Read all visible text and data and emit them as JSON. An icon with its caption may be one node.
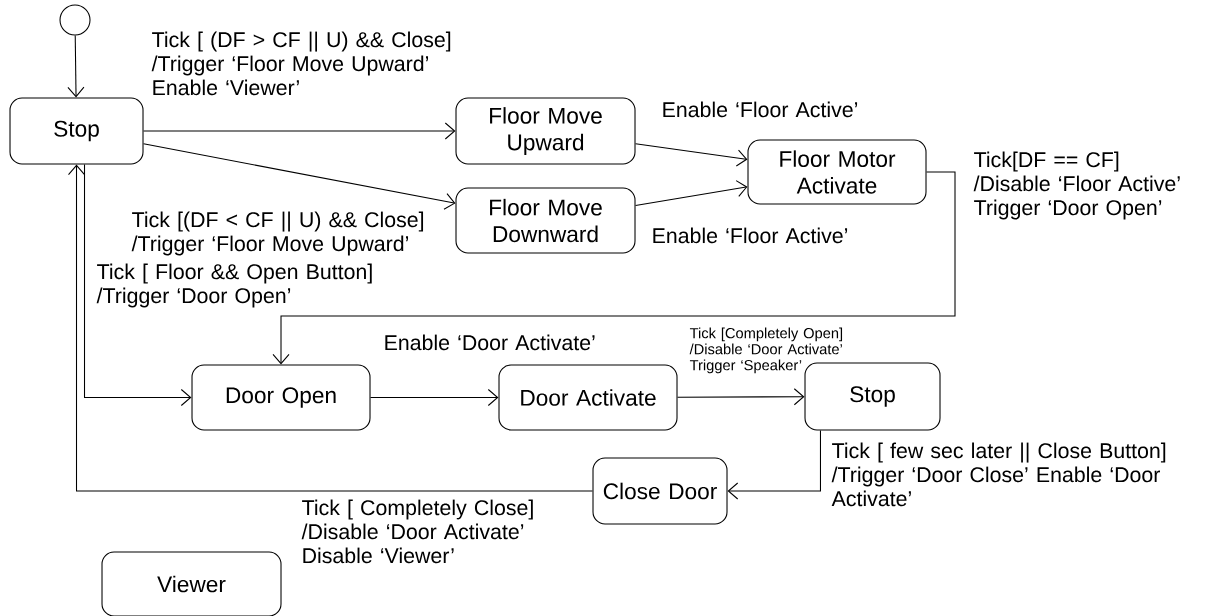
{
  "diagram": {
    "nodes": [
      {
        "text": [],
        "shape": "circle"
      },
      {
        "text": [
          "Stop"
        ]
      },
      {
        "text": [
          "Floor Move Upward"
        ]
      },
      {
        "text": [
          "Floor Move Downward"
        ]
      },
      {
        "text": [
          "Floor Motor Activate"
        ]
      },
      {
        "text": [
          "Door Open"
        ]
      },
      {
        "text": [
          "Door Activate"
        ]
      },
      {
        "text": [
          "Stop"
        ]
      },
      {
        "text": [
          "Close Door"
        ]
      },
      {
        "text": [
          "Viewer"
        ]
      }
    ],
    "edges": [
      {
        "from": 0,
        "to": 1,
        "arrow": "to"
      },
      {
        "from": 1,
        "to": 2,
        "arrow": "to",
        "label": "Tick [ (DF > CF || U) && Close] /Trigger ‘Floor Move Upward’ Enable ‘Viewer’"
      },
      {
        "from": 1,
        "to": 3,
        "arrow": "to",
        "label": "Tick [(DF < CF || U) && Close] /Trigger ‘Floor Move Upward’"
      },
      {
        "from": 2,
        "to": 4,
        "arrow": "to",
        "label": "Enable ‘Floor Active’"
      },
      {
        "from": 3,
        "to": 4,
        "arrow": "to",
        "label": "Enable ‘Floor Active’"
      },
      {
        "from": 4,
        "to": 5,
        "arrow": "to",
        "label": "Tick[DF == CF] /Disable ‘Floor Active’ Trigger ‘Door Open’"
      },
      {
        "from": 1,
        "to": 5,
        "arrow": "to",
        "label": "Tick [ Floor && Open Button] /Trigger ‘Door Open’"
      },
      {
        "from": 5,
        "to": 6,
        "arrow": "to",
        "label": "Enable ‘Door Activate’"
      },
      {
        "from": 6,
        "to": 7,
        "arrow": "to",
        "label": "Tick [Completely Open] /Disable ‘Door Activate’ Trigger ‘Speaker’"
      },
      {
        "from": 7,
        "to": 8,
        "arrow": "to",
        "label": "Tick [ few sec later || Close Button] /Trigger ‘Door Close’ Enable ‘Door Activate’"
      },
      {
        "from": 8,
        "to": 1,
        "arrow": "to",
        "label": "Tick [ Completely Close] /Disable ‘Door Activate’ Disable ‘Viewer’"
      }
    ]
  }
}
